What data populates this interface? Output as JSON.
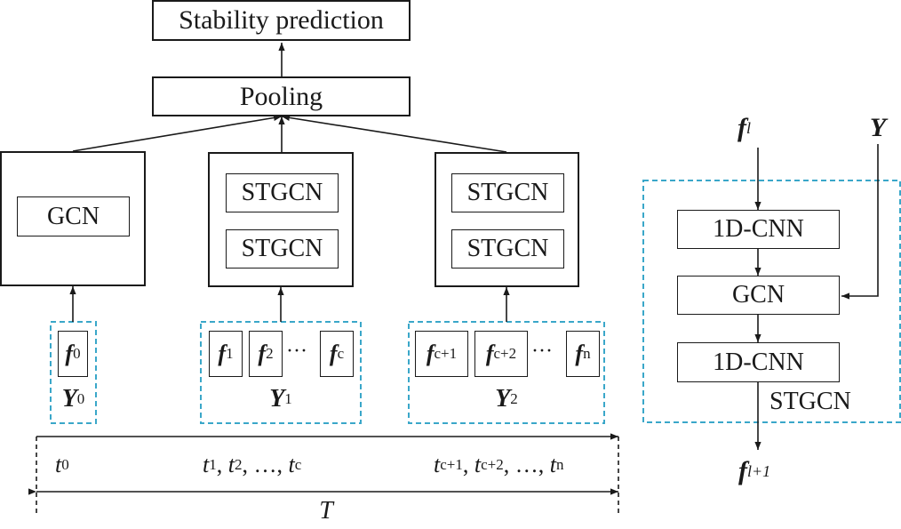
{
  "top": {
    "stability_prediction": "Stability prediction",
    "pooling": "Pooling"
  },
  "branch0": {
    "gcn": "GCN",
    "feature_label": "f",
    "feature_sub": "0",
    "graph_label": "Y",
    "graph_sub": "0"
  },
  "branch1": {
    "stgcn_a": "STGCN",
    "stgcn_b": "STGCN",
    "features": [
      {
        "label": "f",
        "sub": "1"
      },
      {
        "label": "f",
        "sub": "2"
      },
      {
        "label": "f",
        "sub": "c"
      }
    ],
    "ellipsis": "···",
    "graph_label": "Y",
    "graph_sub": "1"
  },
  "branch2": {
    "stgcn_a": "STGCN",
    "stgcn_b": "STGCN",
    "features": [
      {
        "label": "f",
        "sub": "c+1"
      },
      {
        "label": "f",
        "sub": "c+2"
      },
      {
        "label": "f",
        "sub": "n"
      }
    ],
    "ellipsis": "···",
    "graph_label": "Y",
    "graph_sub": "2"
  },
  "timeline": {
    "t0": "t",
    "t0_sub": "0",
    "mid": [
      {
        "t": "t",
        "sub": "1"
      },
      {
        "t": "t",
        "sub": "2"
      },
      {
        "t": "…"
      },
      {
        "t": "t",
        "sub": "c"
      }
    ],
    "end": [
      {
        "t": "t",
        "sub": "c+1"
      },
      {
        "t": "t",
        "sub": "c+2"
      },
      {
        "t": "…"
      },
      {
        "t": "t",
        "sub": "n"
      }
    ],
    "period_label": "T"
  },
  "stgcn_detail": {
    "input_label": "f",
    "input_sup": "l",
    "graph_label": "Y",
    "cnn_top": "1D-CNN",
    "gcn": "GCN",
    "cnn_bottom": "1D-CNN",
    "block_label": "STGCN",
    "output_label": "f",
    "output_sup": "l+1"
  },
  "colors": {
    "stroke": "#1a1a1a",
    "dashed": "#3aa7c9"
  }
}
